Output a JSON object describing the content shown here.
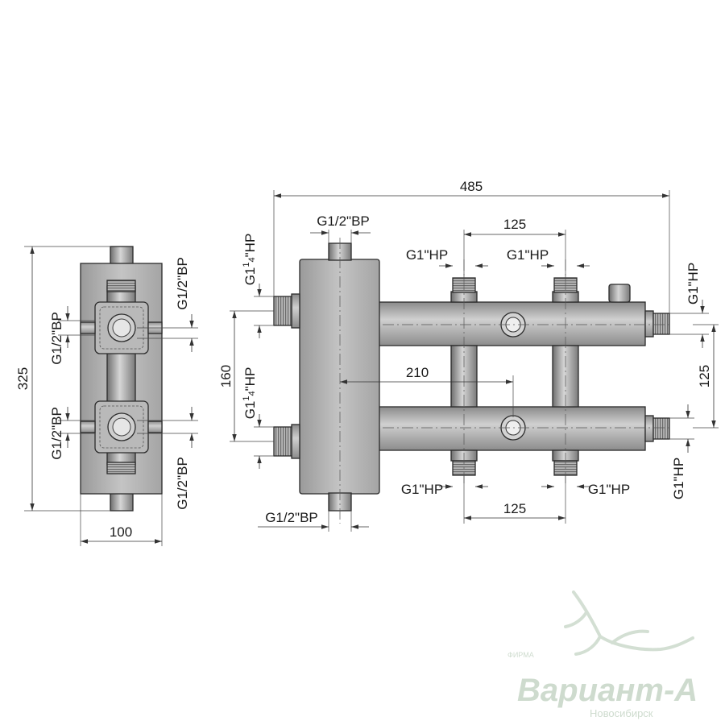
{
  "side_view": {
    "height": "325",
    "width": "100",
    "top_right_label": "G1/2\"ВР",
    "bottom_right_label": "G1/2\"ВР",
    "upper_left_label": "G1/2\"ВР",
    "lower_left_label": "G1/2\"ВР"
  },
  "front_view": {
    "overall_length": "485",
    "top_port_label": "G1/2\"ВР",
    "bottom_port_label": "G1/2\"ВР",
    "left_upper_inlet": {
      "main": "G1",
      "sup": "1",
      "sub": "4",
      "suffix": "\"НР"
    },
    "left_lower_inlet": {
      "main": "G1",
      "sup": "1",
      "sub": "4",
      "suffix": "\"НР"
    },
    "inlet_spacing": "160",
    "circuit_spacing_top": "125",
    "circuit_spacing_bottom": "125",
    "vertical_spacing_right": "125",
    "center_offset": "210",
    "top_outlet_1": "G1\"НР",
    "top_outlet_2": "G1\"НР",
    "bottom_outlet_1": "G1\"НР",
    "bottom_outlet_2": "G1\"НР",
    "right_upper_outlet": "G1\"НР",
    "right_lower_outlet": "G1\"НР"
  },
  "watermark": {
    "firm": "ФИРМА",
    "brand": "Вариант-А",
    "city": "Новосибирск"
  }
}
